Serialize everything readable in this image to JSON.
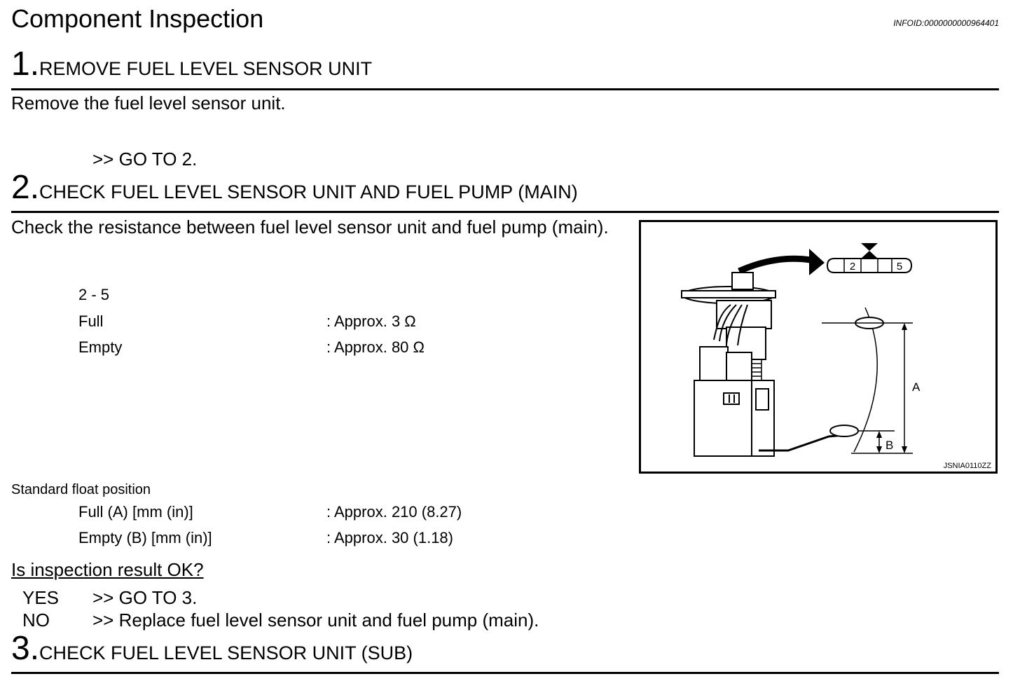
{
  "header": {
    "title": "Component Inspection",
    "info_id": "INFOID:0000000000964401"
  },
  "step1": {
    "number": "1.",
    "title": "REMOVE FUEL LEVEL SENSOR UNIT",
    "instruction": "Remove the fuel level sensor unit.",
    "next": ">> GO TO 2."
  },
  "step2": {
    "number": "2.",
    "title": "CHECK FUEL LEVEL SENSOR UNIT AND FUEL PUMP (MAIN)",
    "instruction": "Check the resistance between fuel level sensor unit and fuel pump (main).",
    "terminals": "2 - 5",
    "resistance": [
      {
        "label": "Full",
        "value": ": Approx. 3 Ω"
      },
      {
        "label": "Empty",
        "value": ": Approx. 80 Ω"
      }
    ],
    "float_heading": "Standard float position",
    "float_position": [
      {
        "label": "Full (A) [mm (in)]",
        "value": ": Approx. 210 (8.27)"
      },
      {
        "label": "Empty (B) [mm (in)]",
        "value": ": Approx. 30 (1.18)"
      }
    ],
    "question": "Is inspection result OK?",
    "answers": [
      {
        "key": "YES",
        "action": ">> GO TO 3."
      },
      {
        "key": "NO",
        "action": ">> Replace fuel level sensor unit and fuel pump (main)."
      }
    ],
    "figure": {
      "connector_terminal_left": "2",
      "connector_terminal_right": "5",
      "dim_a": "A",
      "dim_b": "B",
      "figure_code": "JSNIA0110ZZ"
    }
  },
  "step3": {
    "number": "3.",
    "title": "CHECK FUEL LEVEL SENSOR UNIT (SUB)"
  }
}
